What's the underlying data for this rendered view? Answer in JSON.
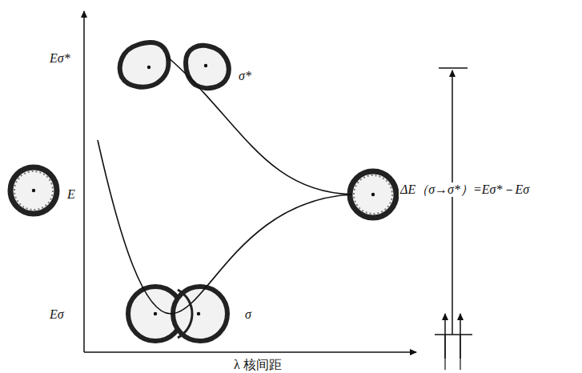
{
  "diagram": {
    "labels": [
      "Eσ*",
      "σ*",
      "E",
      "Eσ",
      "σ",
      "λ 核间距",
      "ΔE（σ→σ*）=Eσ*－Eσ"
    ]
  }
}
